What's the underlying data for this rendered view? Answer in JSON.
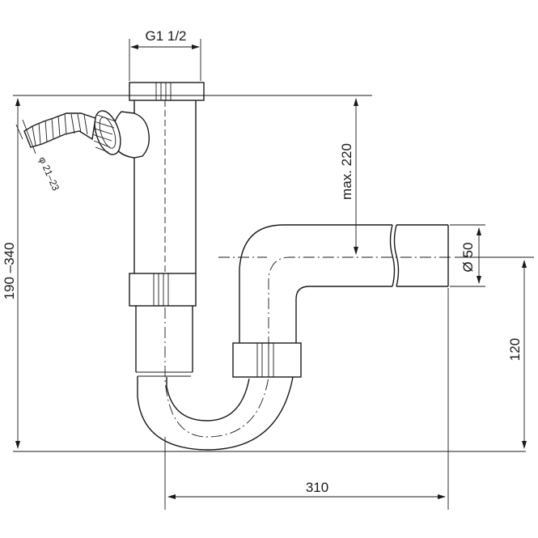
{
  "drawing": {
    "dimensions": {
      "thread_size": "G1 1/2",
      "total_height": "190 –340",
      "hose_diameter": "φ 21–23",
      "max_height": "max. 220",
      "outlet_diameter": "Ø 50",
      "outlet_height": "120",
      "width": "310"
    }
  }
}
